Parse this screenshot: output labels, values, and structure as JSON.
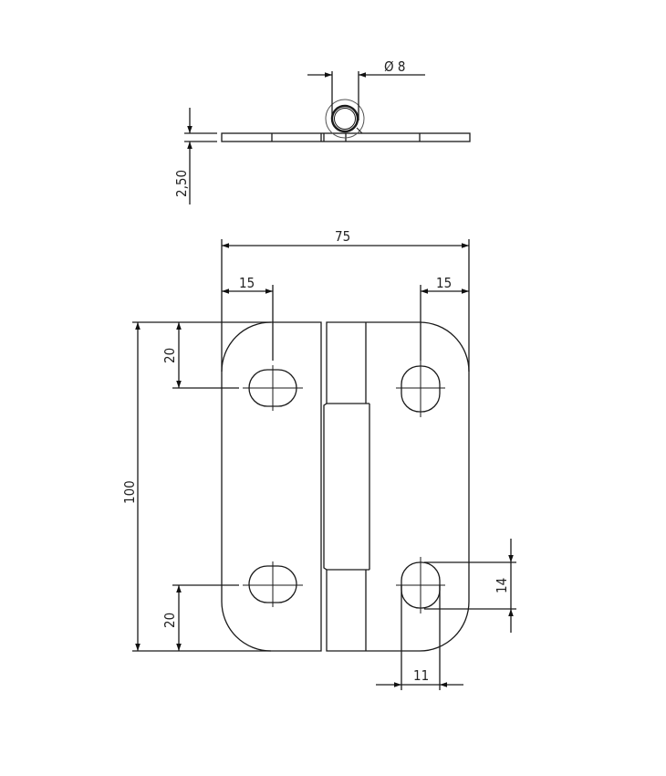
{
  "drawing": {
    "title": "Hinge technical drawing",
    "line_color": "#1a1a1a",
    "background": "#ffffff"
  },
  "side_view": {
    "pin_diameter_label": "Ø 8",
    "thickness_label": "2,50"
  },
  "front_view": {
    "overall_width_label": "75",
    "left_hole_offset_label": "15",
    "right_hole_offset_label": "15",
    "overall_height_label": "100",
    "top_hole_offset_label": "20",
    "bottom_hole_offset_label": "20",
    "slot_height_label": "14",
    "slot_width_label": "11"
  }
}
